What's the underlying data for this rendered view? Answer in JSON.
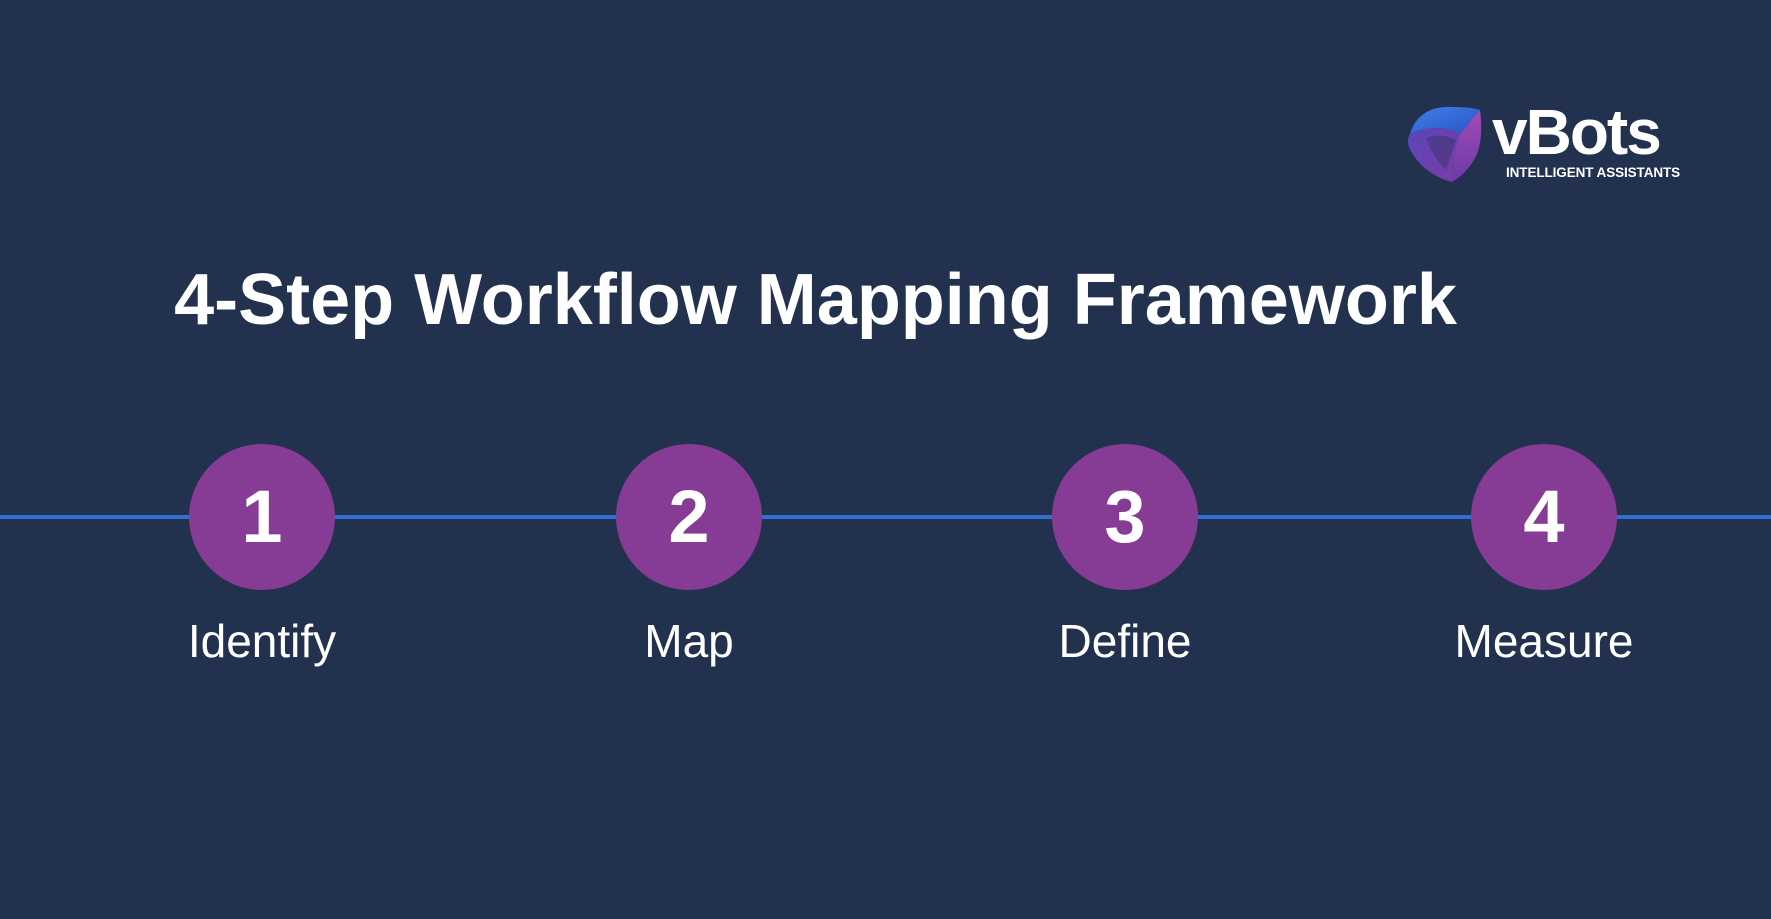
{
  "logo": {
    "wordmark": "vBots",
    "tagline": "INTELLIGENT ASSISTANTS"
  },
  "title": "4-Step Workflow Mapping Framework",
  "steps": [
    {
      "number": "1",
      "label": "Identify"
    },
    {
      "number": "2",
      "label": "Map"
    },
    {
      "number": "3",
      "label": "Define"
    },
    {
      "number": "4",
      "label": "Measure"
    }
  ],
  "colors": {
    "background": "#22314d",
    "circle": "#863b95",
    "line": "#2f6fd0",
    "text": "#ffffff"
  }
}
